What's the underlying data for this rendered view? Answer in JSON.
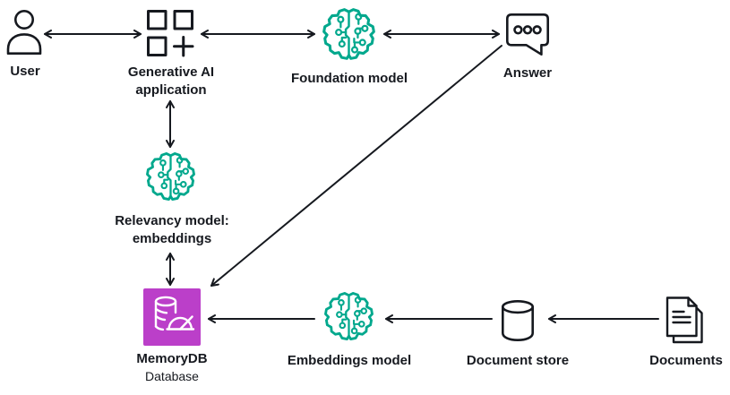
{
  "diagram": {
    "type": "architecture-flow",
    "colors": {
      "ink": "#16191F",
      "model_accent": "#01A88D",
      "memorydb_fill": "#BB3FC9",
      "background": "#FFFFFF"
    },
    "nodes": [
      {
        "id": "user",
        "label": "User",
        "icon": "user-icon"
      },
      {
        "id": "genai_app",
        "label": "Generative AI application",
        "icon": "app-grid-plus-icon"
      },
      {
        "id": "foundation_model",
        "label": "Foundation model",
        "icon": "ai-brain-circuit-icon"
      },
      {
        "id": "answer",
        "label": "Answer",
        "icon": "chat-bubble-icon"
      },
      {
        "id": "relevancy_model",
        "label": "Relevancy model: embeddings",
        "icon": "ai-brain-circuit-icon"
      },
      {
        "id": "memorydb",
        "label": "MemoryDB",
        "sublabel": "Database",
        "icon": "memorydb-database-gauge-icon"
      },
      {
        "id": "embeddings_model",
        "label": "Embeddings model",
        "icon": "ai-brain-circuit-icon"
      },
      {
        "id": "document_store",
        "label": "Document store",
        "icon": "database-cylinder-icon"
      },
      {
        "id": "documents",
        "label": "Documents",
        "icon": "documents-pages-icon"
      }
    ],
    "edges": [
      {
        "from": "user",
        "to": "genai_app",
        "direction": "both"
      },
      {
        "from": "genai_app",
        "to": "foundation_model",
        "direction": "both"
      },
      {
        "from": "foundation_model",
        "to": "answer",
        "direction": "both"
      },
      {
        "from": "genai_app",
        "to": "relevancy_model",
        "direction": "both"
      },
      {
        "from": "relevancy_model",
        "to": "memorydb",
        "direction": "both"
      },
      {
        "from": "answer",
        "to": "memorydb",
        "direction": "one-way"
      },
      {
        "from": "embeddings_model",
        "to": "memorydb",
        "direction": "one-way"
      },
      {
        "from": "document_store",
        "to": "embeddings_model",
        "direction": "one-way"
      },
      {
        "from": "documents",
        "to": "document_store",
        "direction": "one-way"
      }
    ]
  }
}
